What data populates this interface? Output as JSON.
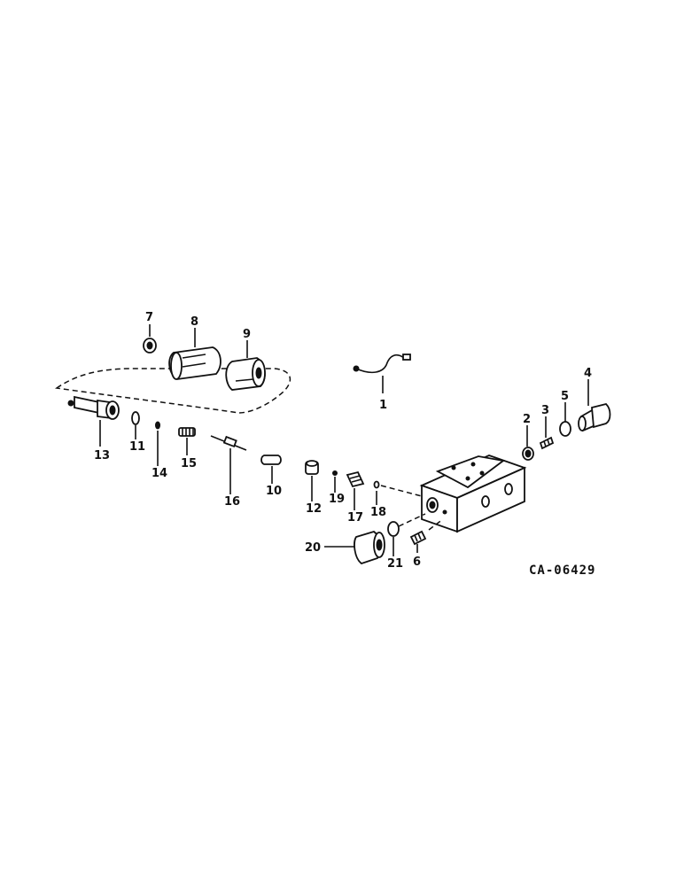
{
  "drawing_code": "CA-06429",
  "callouts": {
    "c1": "1",
    "c2": "2",
    "c3": "3",
    "c4": "4",
    "c5": "5",
    "c6": "6",
    "c7": "7",
    "c8": "8",
    "c9": "9",
    "c10": "10",
    "c11": "11",
    "c12": "12",
    "c13": "13",
    "c14": "14",
    "c15": "15",
    "c16": "16",
    "c17": "17",
    "c18": "18",
    "c19": "19",
    "c20": "20",
    "c21": "21"
  }
}
